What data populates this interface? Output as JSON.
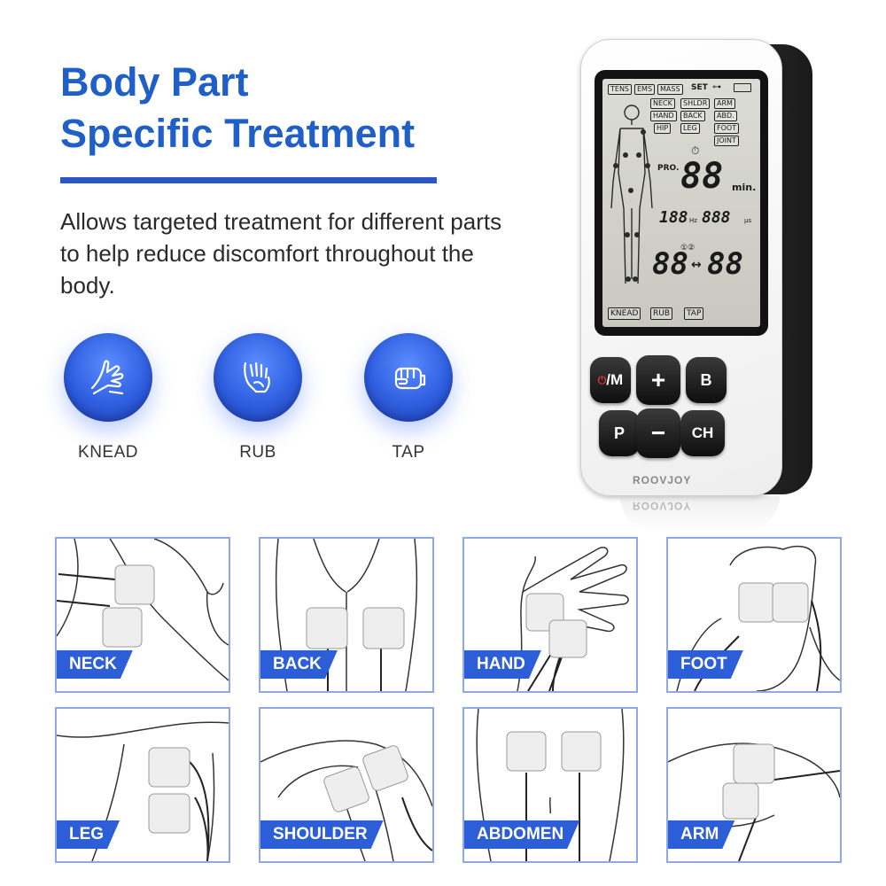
{
  "headline": {
    "line1": "Body Part",
    "line2": "Specific Treatment"
  },
  "description": "Allows targeted treatment for different parts to help reduce discomfort throughout the body.",
  "modes": [
    {
      "label": "KNEAD",
      "icon": "knead-hand-icon"
    },
    {
      "label": "RUB",
      "icon": "rub-hand-icon"
    },
    {
      "label": "TAP",
      "icon": "tap-fist-icon"
    }
  ],
  "device": {
    "brand": "ROOVJOY",
    "lcd": {
      "modes": [
        "TENS",
        "EMS",
        "MASS"
      ],
      "set_label": "SET",
      "body_parts": [
        "NECK",
        "SHLDR",
        "ARM",
        "HAND",
        "BACK",
        "ABD.",
        "HIP",
        "LEG",
        "FOOT",
        "JOINT"
      ],
      "pro_label": "PRO.",
      "timer_value": "88",
      "timer_unit": "min.",
      "freq_value": "188",
      "freq_unit": "Hz",
      "pulse_value": "888",
      "pulse_unit": "μs",
      "channel_marks": "①②",
      "left_intensity": "88",
      "arrow": "↔",
      "right_intensity": "88",
      "techniques": [
        "KNEAD",
        "RUB",
        "TAP"
      ]
    },
    "buttons": {
      "power": "/M",
      "plus": "+",
      "b": "B",
      "p": "P",
      "minus": "−",
      "ch": "CH"
    }
  },
  "placements": [
    {
      "label": "NECK"
    },
    {
      "label": "BACK"
    },
    {
      "label": "HAND"
    },
    {
      "label": "FOOT"
    },
    {
      "label": "LEG"
    },
    {
      "label": "SHOULDER"
    },
    {
      "label": "ABDOMEN"
    },
    {
      "label": "ARM"
    }
  ],
  "colors": {
    "accent_blue": "#1f5fc7",
    "badge_blue": "#2c5ed8",
    "card_border": "#8fa9e8"
  }
}
